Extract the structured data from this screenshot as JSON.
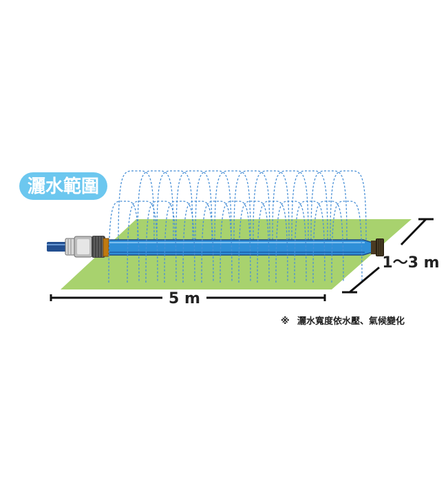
{
  "badge": {
    "label": "灑水範圍",
    "color": "#6cc7ef"
  },
  "dimensions": {
    "length_label": "5 m",
    "width_label": "1～3 m"
  },
  "note": {
    "mark": "※",
    "text": "灑水寬度依水壓、氣候變化"
  },
  "colors": {
    "lawn": "#a8d26e",
    "hose": "#2f8fd8",
    "hose_dark": "#1c4a8a",
    "feed_hose": "#234f90",
    "spray": "#4a90d6",
    "coupling": "#8a8a8a",
    "brass": "#3a2a12"
  },
  "icons": {
    "hose": "soaker-hose-icon",
    "connector": "quick-connector-icon",
    "end_cap": "end-cap-icon"
  }
}
